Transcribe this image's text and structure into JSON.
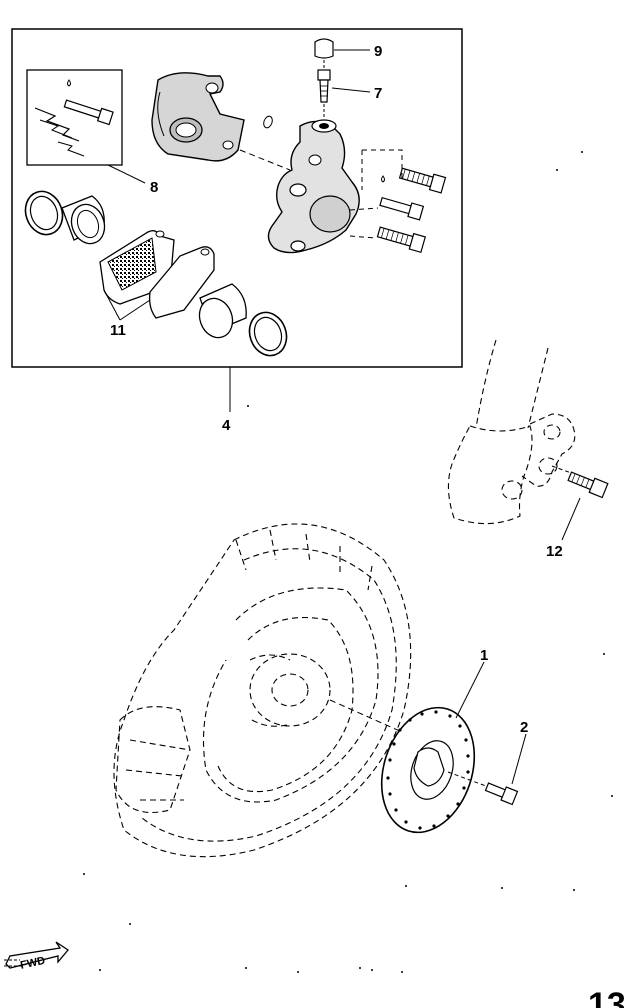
{
  "callouts": {
    "c1": "1",
    "c2": "2",
    "c4": "4",
    "c7": "7",
    "c8": "8",
    "c9": "9",
    "c11": "11",
    "c12": "12"
  },
  "fwd_label": "FWD",
  "page_number": "13"
}
